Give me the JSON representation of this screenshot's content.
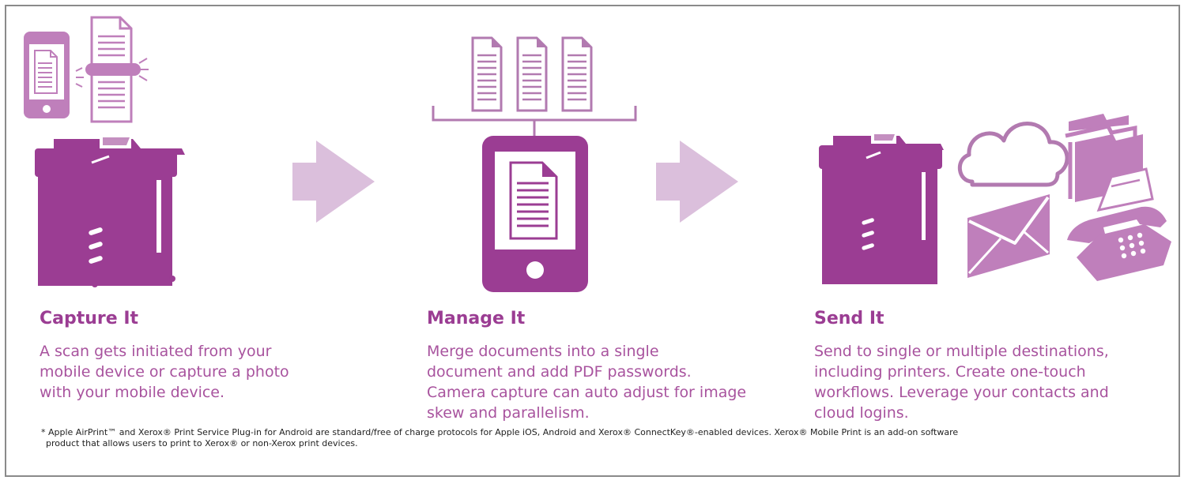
{
  "colors": {
    "dark_purple": "#9b3d93",
    "mid_purple": "#bf7fbb",
    "light_purple": "#dbbfdc",
    "outline_purple": "#b27ab0"
  },
  "steps": [
    {
      "heading": "Capture It",
      "lines": [
        "A scan gets initiated from your",
        "mobile device or capture a photo",
        "with your mobile device."
      ],
      "icons": [
        "phone-document-icon",
        "scanning-document-icon",
        "printer-icon"
      ]
    },
    {
      "heading": "Manage It",
      "lines": [
        "Merge documents into a single",
        "document and add PDF passwords.",
        "Camera capture can auto adjust for image",
        "skew and parallelism."
      ],
      "icons": [
        "document-stack-icon",
        "phone-document-icon"
      ]
    },
    {
      "heading": "Send It",
      "lines": [
        "Send to single or multiple destinations,",
        "including printers. Create one-touch",
        "workflows. Leverage your contacts and",
        "cloud logins."
      ],
      "icons": [
        "printer-icon",
        "cloud-icon",
        "folder-icon",
        "email-icon",
        "fax-icon"
      ]
    }
  ],
  "arrows": [
    "arrow-icon",
    "arrow-icon"
  ],
  "footnote": {
    "line1": "* Apple AirPrint™ and Xerox® Print Service Plug-in for Android are standard/free of charge protocols for Apple iOS, Android and Xerox® ConnectKey®-enabled devices. Xerox® Mobile Print is an add-on software",
    "line2": "product that allows users to print to Xerox® or non-Xerox print devices."
  }
}
